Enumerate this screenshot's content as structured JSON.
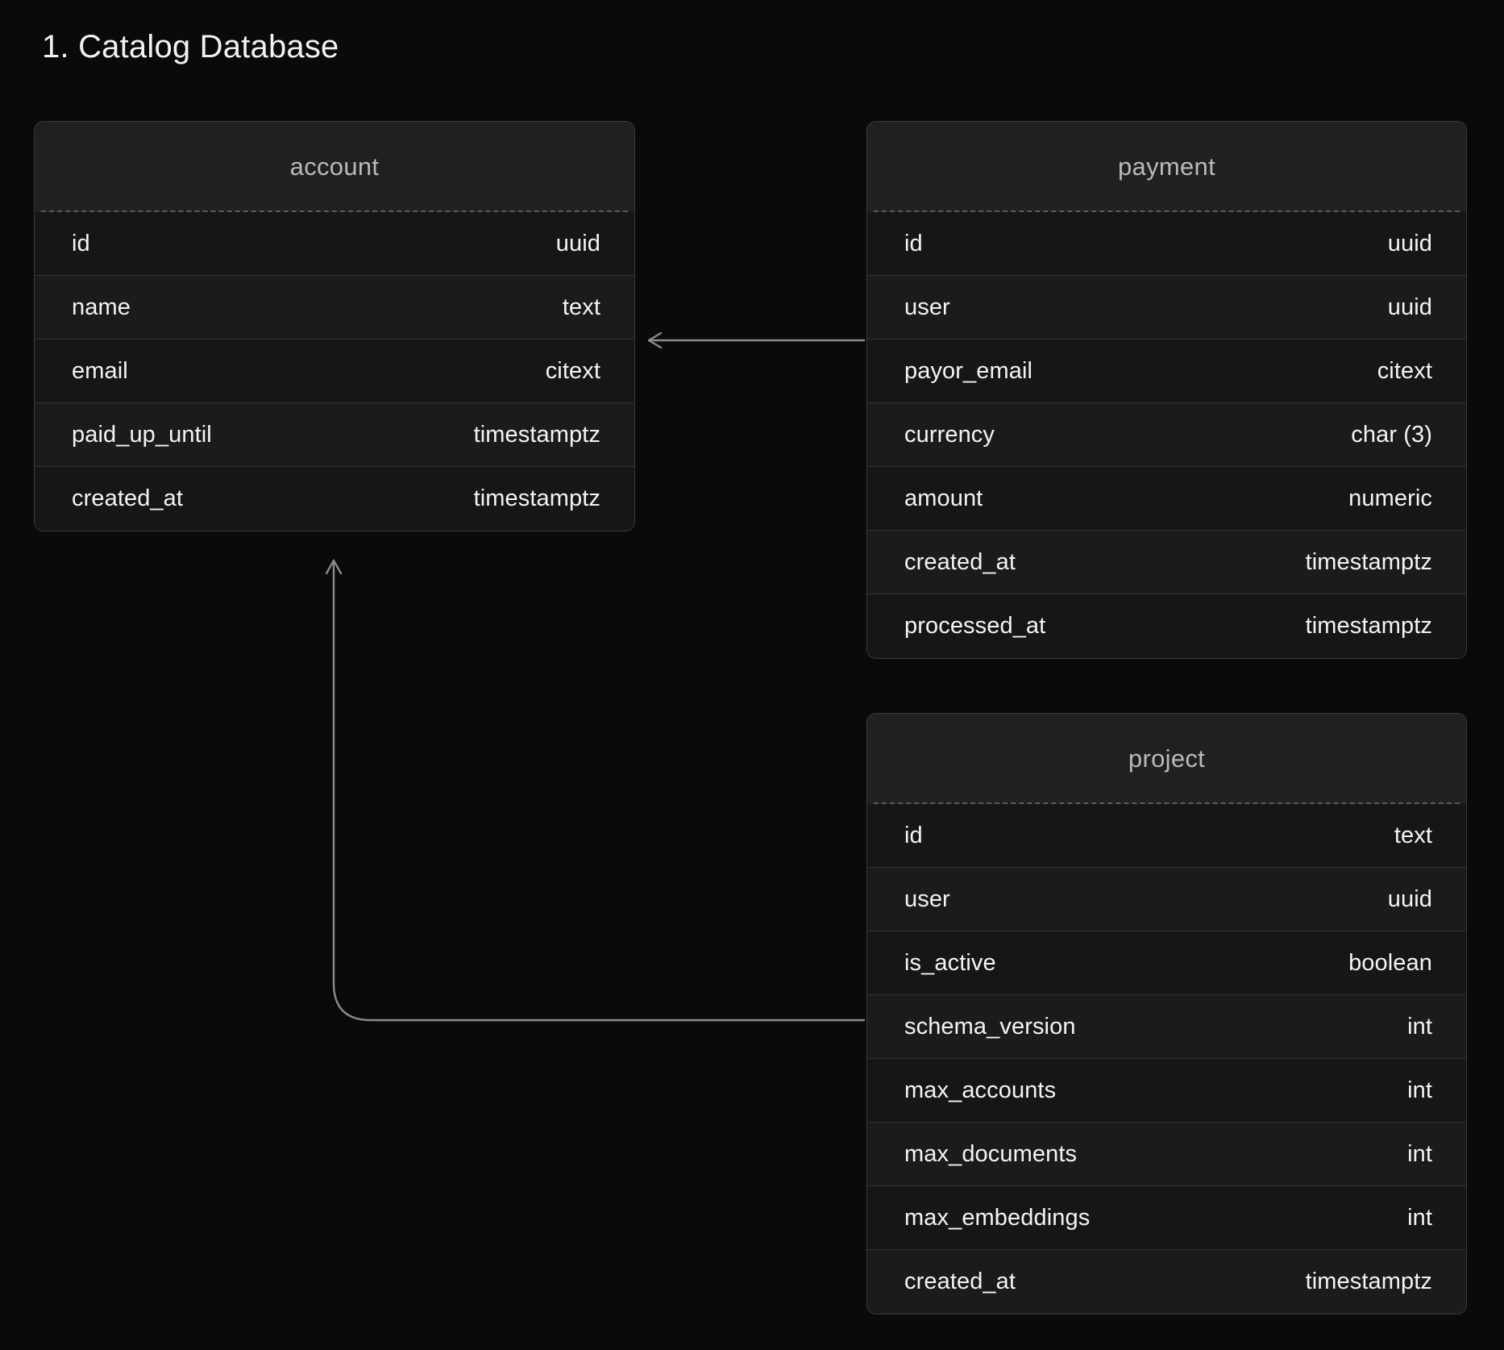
{
  "page": {
    "title": "1. Catalog Database",
    "background_color": "#0a0a0a",
    "card_color": "#1b1b1d",
    "border_color": "#3a3a3d",
    "header_text_color": "#b9b9bc",
    "text_color": "#f4f4f5",
    "connector_color": "#8a8a8e"
  },
  "entities": [
    {
      "name": "account",
      "fields": [
        {
          "name": "id",
          "type": "uuid"
        },
        {
          "name": "name",
          "type": "text"
        },
        {
          "name": "email",
          "type": "citext"
        },
        {
          "name": "paid_up_until",
          "type": "timestamptz"
        },
        {
          "name": "created_at",
          "type": "timestamptz"
        }
      ]
    },
    {
      "name": "payment",
      "fields": [
        {
          "name": "id",
          "type": "uuid"
        },
        {
          "name": "user",
          "type": "uuid"
        },
        {
          "name": "payor_email",
          "type": "citext"
        },
        {
          "name": "currency",
          "type": "char (3)"
        },
        {
          "name": "amount",
          "type": "numeric"
        },
        {
          "name": "created_at",
          "type": "timestamptz"
        },
        {
          "name": "processed_at",
          "type": "timestamptz"
        }
      ]
    },
    {
      "name": "project",
      "fields": [
        {
          "name": "id",
          "type": "text"
        },
        {
          "name": "user",
          "type": "uuid"
        },
        {
          "name": "is_active",
          "type": "boolean"
        },
        {
          "name": "schema_version",
          "type": "int"
        },
        {
          "name": "max_accounts",
          "type": "int"
        },
        {
          "name": "max_documents",
          "type": "int"
        },
        {
          "name": "max_embeddings",
          "type": "int"
        },
        {
          "name": "created_at",
          "type": "timestamptz"
        }
      ]
    }
  ],
  "relations": [
    {
      "from": "payment.user",
      "to": "account.id",
      "style": "straight-arrow"
    },
    {
      "from": "project.user",
      "to": "account.created_at",
      "style": "elbow-arrow"
    }
  ]
}
